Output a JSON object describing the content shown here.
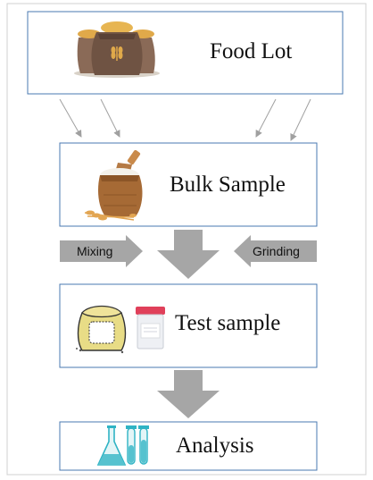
{
  "figure": {
    "stages": [
      {
        "id": "food-lot",
        "label": "Food Lot",
        "icon": "grain-sacks-icon"
      },
      {
        "id": "bulk-sample",
        "label": "Bulk Sample",
        "icon": "flour-sack-icon"
      },
      {
        "id": "test-sample",
        "label": "Test sample",
        "icon": "sample-bag-and-container-icon"
      },
      {
        "id": "analysis",
        "label": "Analysis",
        "icon": "lab-glassware-icon"
      }
    ],
    "side_processes": {
      "left": "Mixing",
      "right": "Grinding"
    },
    "colors": {
      "box_border": "#4a78b0",
      "arrow_fill": "#a6a6a6",
      "thin_arrow": "#a0a0a0",
      "frame": "#d0d0d0"
    }
  }
}
